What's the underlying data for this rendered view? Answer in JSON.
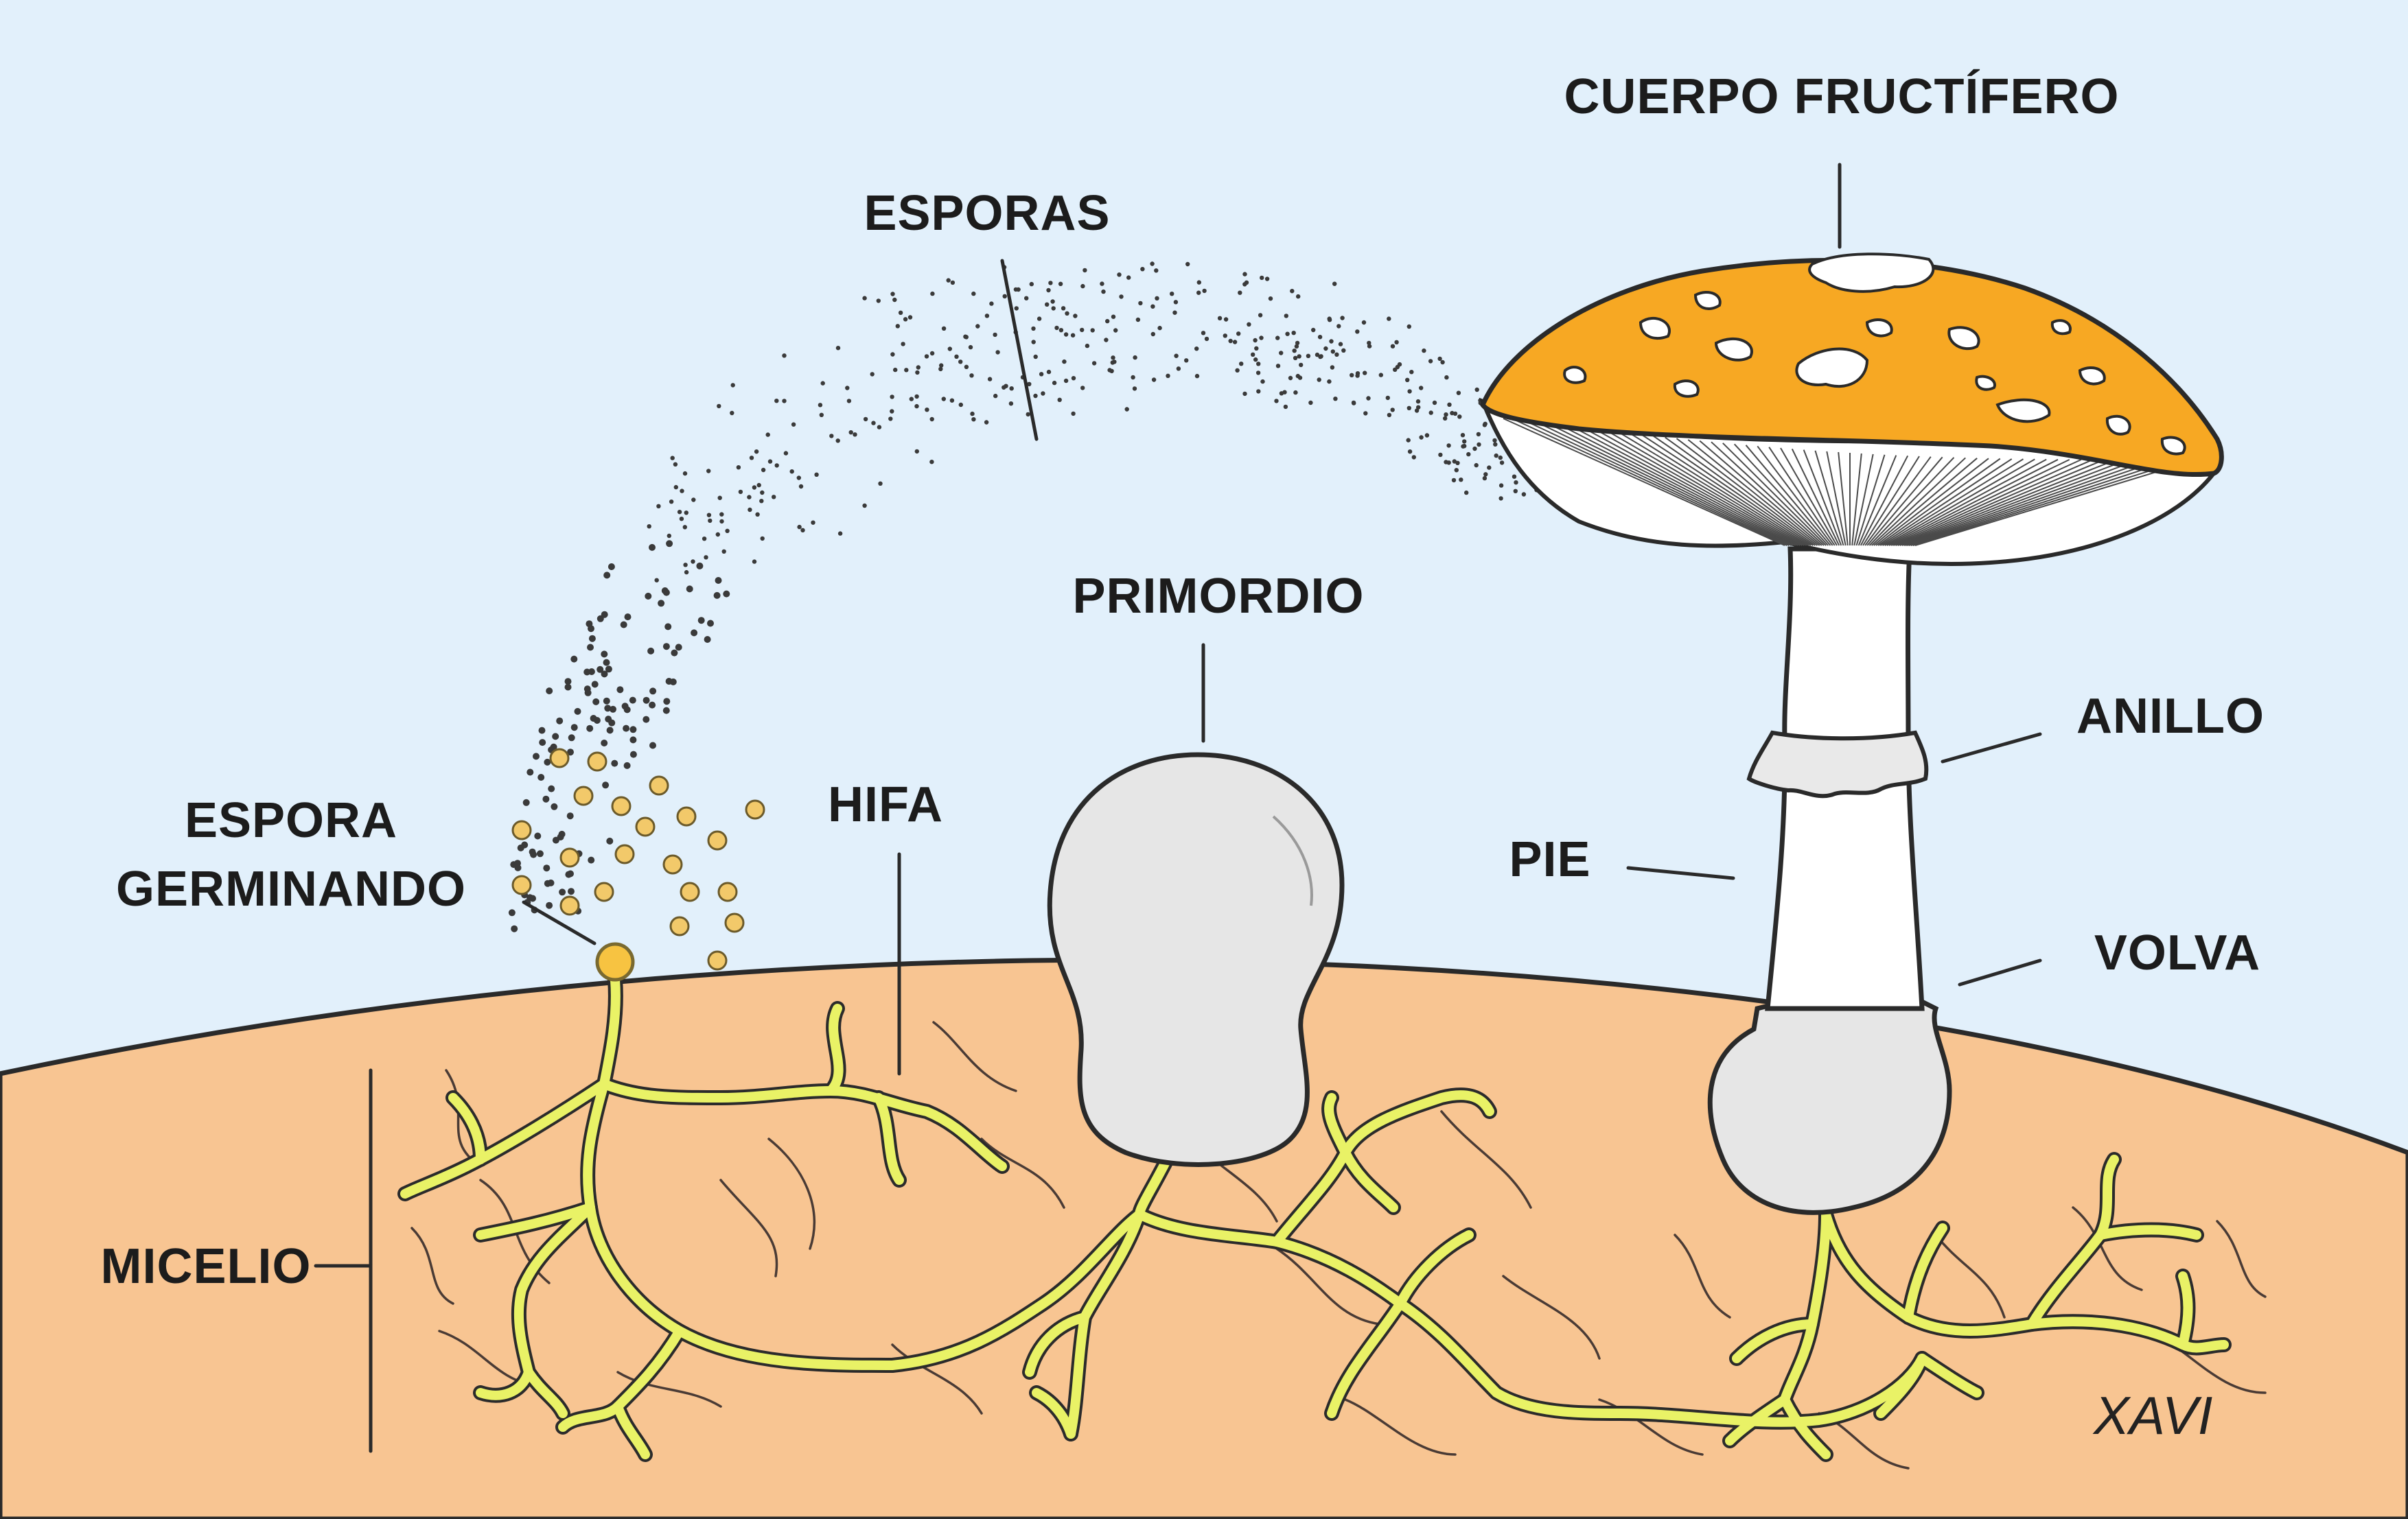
{
  "labels": {
    "esporas": "ESPORAS",
    "cuerpo_fructifero": "CUERPO FRUCTÍFERO",
    "primordio": "PRIMORDIO",
    "anillo": "ANILLO",
    "pie": "PIE",
    "volva": "VOLVA",
    "hifa": "HIFA",
    "espora_germinando_line1": "ESPORA",
    "espora_germinando_line2": "GERMINANDO",
    "micelio": "MICELIO"
  },
  "signature": "XAVI",
  "colors": {
    "sky": "#e2f0fb",
    "soil": "#f8c592",
    "cap": "#f7a823",
    "hypha": "#e9f266",
    "primordium": "#e6e6e6",
    "stipe": "#ffffff"
  }
}
